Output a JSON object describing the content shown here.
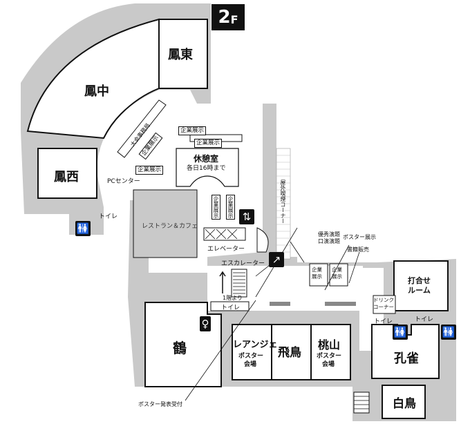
{
  "floor": {
    "number": "2",
    "suffix": "F"
  },
  "rooms": {
    "hoto": "鳳東",
    "hochu": "鳳中",
    "hosei": "鳳西",
    "kyukei": "休憩室",
    "kyukei_hours": "各日16時まで",
    "restaurant": "レストラン＆カフェ",
    "tsuru": "鶴",
    "leangier": "レアンジェ",
    "leangier_sub1": "ポスター",
    "leangier_sub2": "会場",
    "asuka": "飛鳥",
    "momoyama": "桃山",
    "momoyama_sub1": "ポスター",
    "momoyama_sub2": "会場",
    "uchiawase": "打合せ\nルーム",
    "kujaku": "孔雀",
    "hakucho": "白鳥",
    "drink": "ドリンク\nコーナー"
  },
  "labels": {
    "pc_center": "PCセンター",
    "elevator": "エレベーター",
    "escalator": "エスカレーター",
    "from_1f": "1階より",
    "poster_desk": "ポスター発表受付",
    "yushu": "優秀演題",
    "koen": "口演演題",
    "poster_exhibit": "ポスター展示",
    "shoseki": "書籍販売",
    "okugai": "屋外喫煙コーナー",
    "taikai": "大会事務局",
    "kigyo_tenji": "企業展示",
    "kigyo_tenji_short": "企業\n展示",
    "toilet": "トイレ"
  },
  "icons": [
    "restroom-icon",
    "elevator-icon",
    "escalator-icon",
    "female-icon"
  ]
}
